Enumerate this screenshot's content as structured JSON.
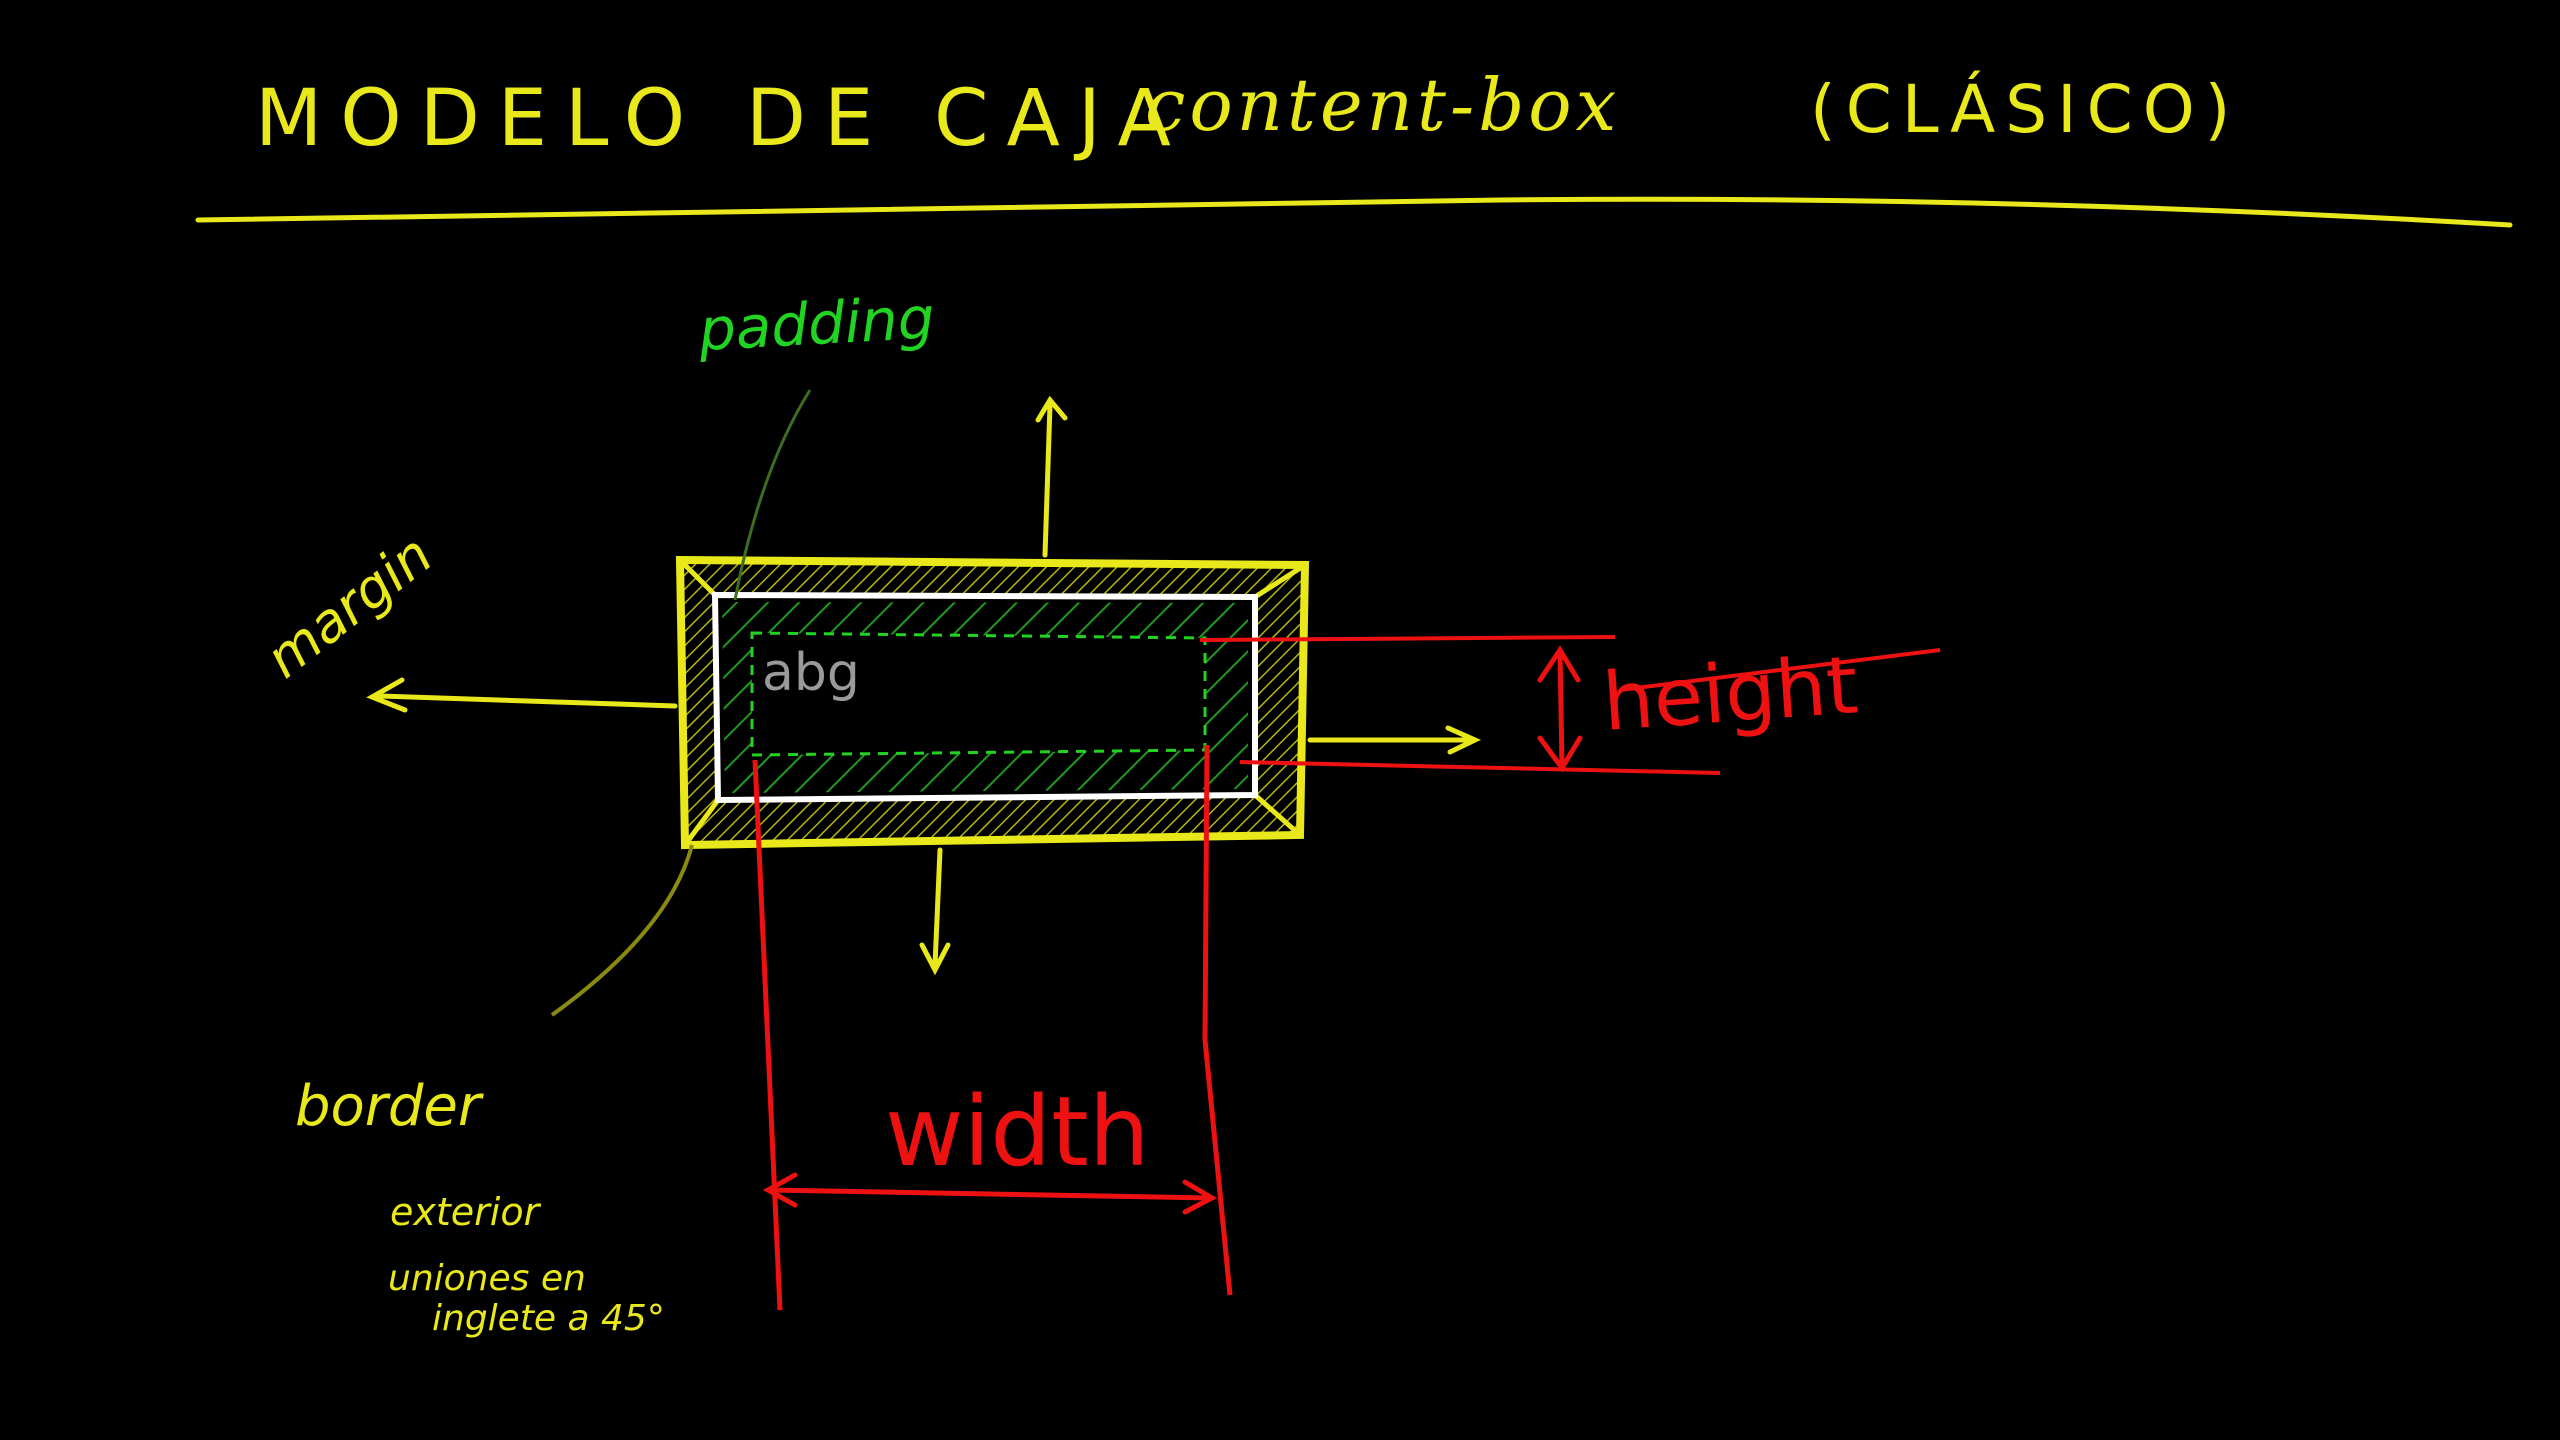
{
  "title": {
    "main": "MODELO DE CAJA",
    "sub": "content-box",
    "paren": "(CLÁSICO)"
  },
  "labels": {
    "padding": "padding",
    "margin": "margin",
    "border": "border",
    "border_note_1": "exterior",
    "border_note_2": "uniones en",
    "border_note_3": "inglete a 45°",
    "content_sample": "abg",
    "height": "height",
    "width": "width"
  },
  "colors": {
    "background": "#000000",
    "margin_border": "#e8e81a",
    "padding": "#22d422",
    "dimensions": "#ee1111",
    "content_edge": "#ffffff",
    "content_text": "#9a9a9a"
  }
}
